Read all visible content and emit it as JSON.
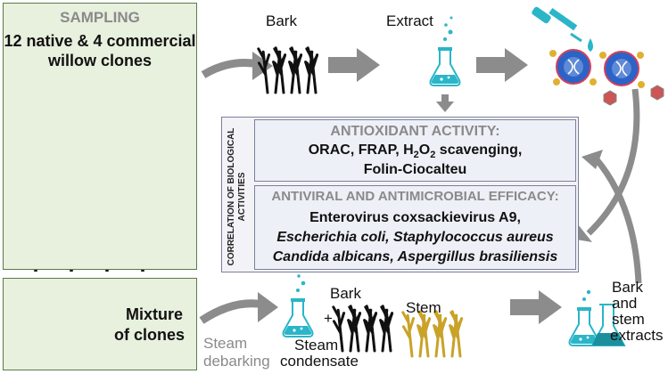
{
  "sampling": {
    "title": "SAMPLING",
    "clones_line1": "12 native & 4 commercial",
    "clones_line2": "willow clones"
  },
  "mixture": {
    "line1": "Mixture",
    "line2": "of clones"
  },
  "top_flow": {
    "bark": "Bark",
    "extract": "Extract"
  },
  "correlation": {
    "line1": "CORRELATION OF BIOLOGICAL",
    "line2": "ACTIVITIES"
  },
  "antioxidant": {
    "title": "ANTIOXIDANT ACTIVITY:",
    "line1_pre": "ORAC, FRAP, H",
    "line1_sub": "2",
    "line1_mid": "O",
    "line1_sub2": "2",
    "line1_post": " scavenging,",
    "line2": "Folin-Ciocalteu"
  },
  "antiviral": {
    "title": "ANTIVIRAL AND ANTIMICROBIAL EFFICACY:",
    "line1": "Enterovirus coxsackievirus A9,",
    "line2": "Escherichia coli, Staphylococcus aureus",
    "line3": "Candida albicans, Aspergillus brasiliensis"
  },
  "bottom_flow": {
    "steam_line1": "Steam",
    "steam_line2": "debarking",
    "plus": "+",
    "bark": "Bark",
    "stem": "Stem",
    "condensate_line1": "Steam",
    "condensate_line2": "condensate",
    "extracts_line1": "Bark",
    "extracts_line2": "and",
    "extracts_line3": "stem",
    "extracts_line4": "extracts"
  },
  "colors": {
    "panel_bg": "#e8f0de",
    "box_bg": "#eef0f7",
    "arrow": "#8c8c8c",
    "flask": "#2bb5c8",
    "stem_gold": "#c9a227"
  }
}
